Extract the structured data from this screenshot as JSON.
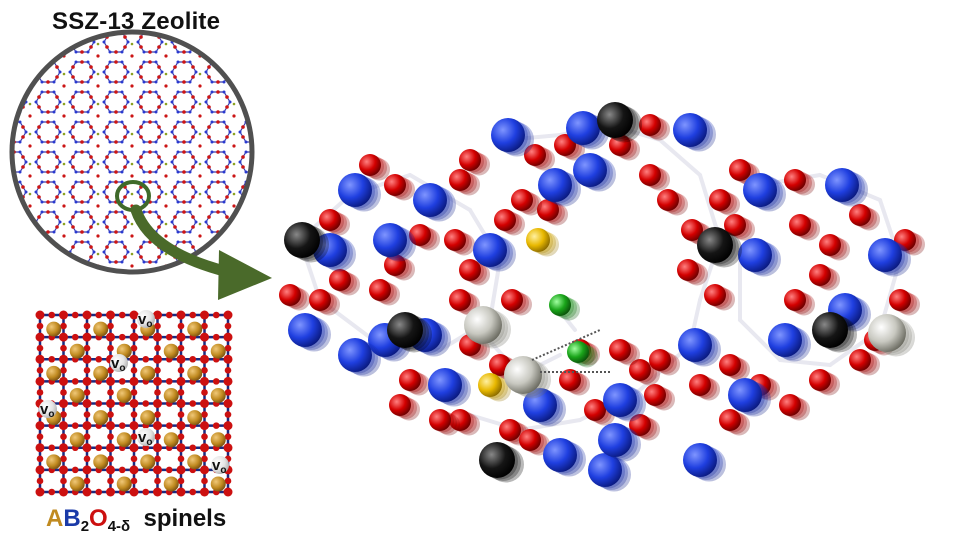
{
  "zeolite_panel": {
    "title": "SSZ-13 Zeolite"
  },
  "spinel_panel": {
    "vacancy_label": "v",
    "vacancy_subscript": "o",
    "formula": {
      "a": "A",
      "b": "B",
      "b_sub": "2",
      "o": "O",
      "o_sub": "4-δ",
      "suffix": "spinels"
    }
  },
  "colors": {
    "silicon": "#1f3fe0",
    "oxygen": "#d40000",
    "aluminum": "#111111",
    "copper": "#c8c8c0",
    "sulfur": "#e8b800",
    "chlorine": "#1aa51a",
    "spinel_a": "#c08a20",
    "spinel_b": "#1a3aa8",
    "spinel_o": "#cc1010",
    "arrow": "#4a6a2a"
  }
}
